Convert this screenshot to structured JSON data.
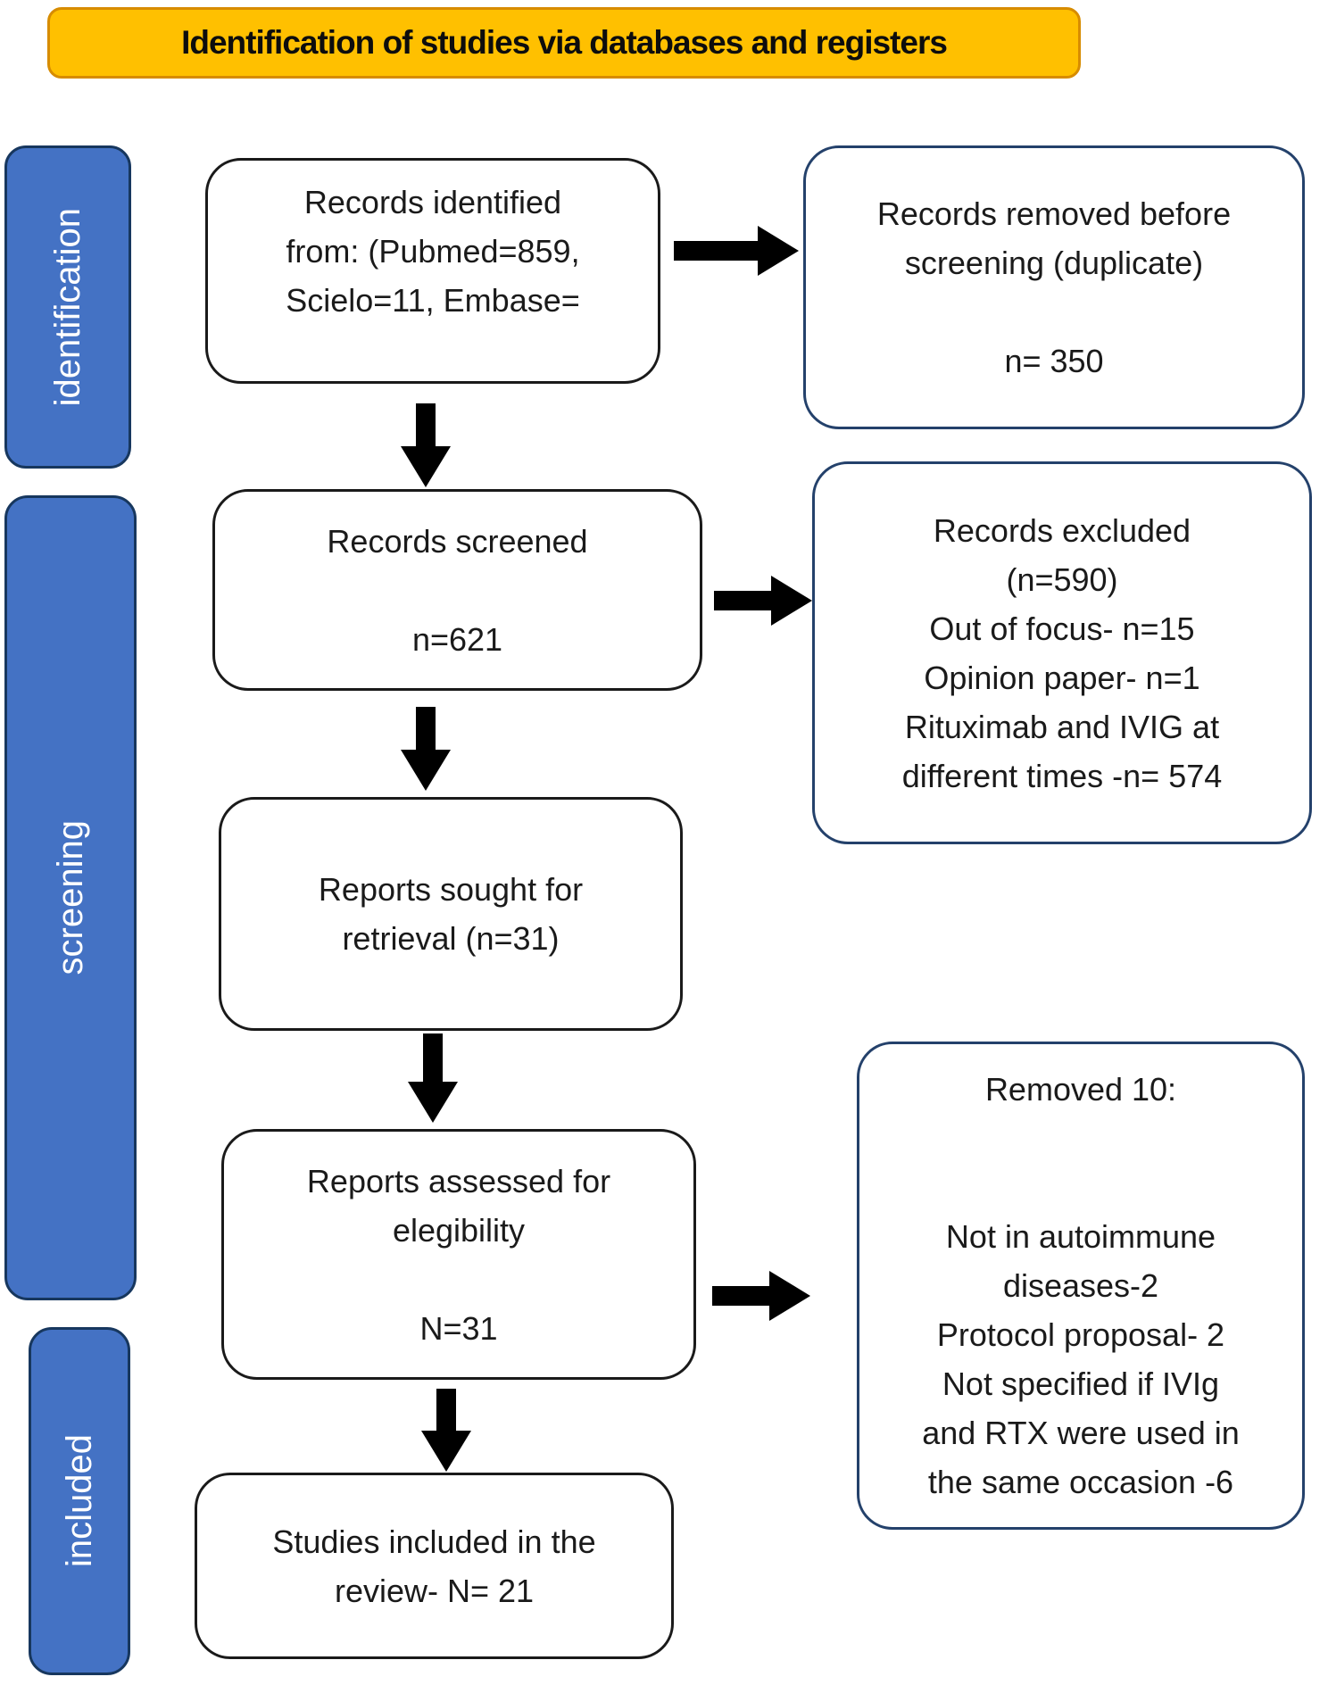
{
  "title": "Identification of studies via databases and registers",
  "colors": {
    "banner_fill": "#FFC000",
    "banner_border": "#D78C00",
    "stage_fill": "#4472C4",
    "stage_border": "#17375E",
    "box_border_black": "#1A1A1A",
    "box_border_navy": "#24416B",
    "arrow": "#000000",
    "stage_text": "#FFFFFF"
  },
  "stages": [
    {
      "label": "identification"
    },
    {
      "label": "screening"
    },
    {
      "label": "included"
    }
  ],
  "boxes": {
    "records_identified": {
      "lines": [
        "Records identified",
        "from: (Pubmed=859,",
        "Scielo=11, Embase="
      ]
    },
    "records_removed": {
      "lines": [
        "Records removed before",
        "screening (duplicate)",
        "",
        "n= 350"
      ]
    },
    "records_screened": {
      "lines": [
        "Records screened",
        "",
        "n=621"
      ]
    },
    "records_excluded": {
      "lines": [
        "Records excluded",
        "(n=590)",
        "Out of focus- n=15",
        "Opinion paper- n=1",
        "Rituximab and IVIG at",
        "different times -n= 574"
      ]
    },
    "reports_sought": {
      "lines": [
        "Reports sought for",
        "retrieval (n=31)"
      ]
    },
    "reports_assessed": {
      "lines": [
        "Reports assessed for",
        "elegibility",
        "",
        "N=31"
      ]
    },
    "removed_ten": {
      "lines": [
        "Removed 10:",
        "",
        "",
        "Not in autoimmune",
        "diseases-2",
        "Protocol proposal- 2",
        "Not specified if IVIg",
        "and RTX were used in",
        "the same occasion -6"
      ]
    },
    "studies_included": {
      "lines": [
        "Studies included in the",
        "review- N= 21"
      ]
    }
  }
}
